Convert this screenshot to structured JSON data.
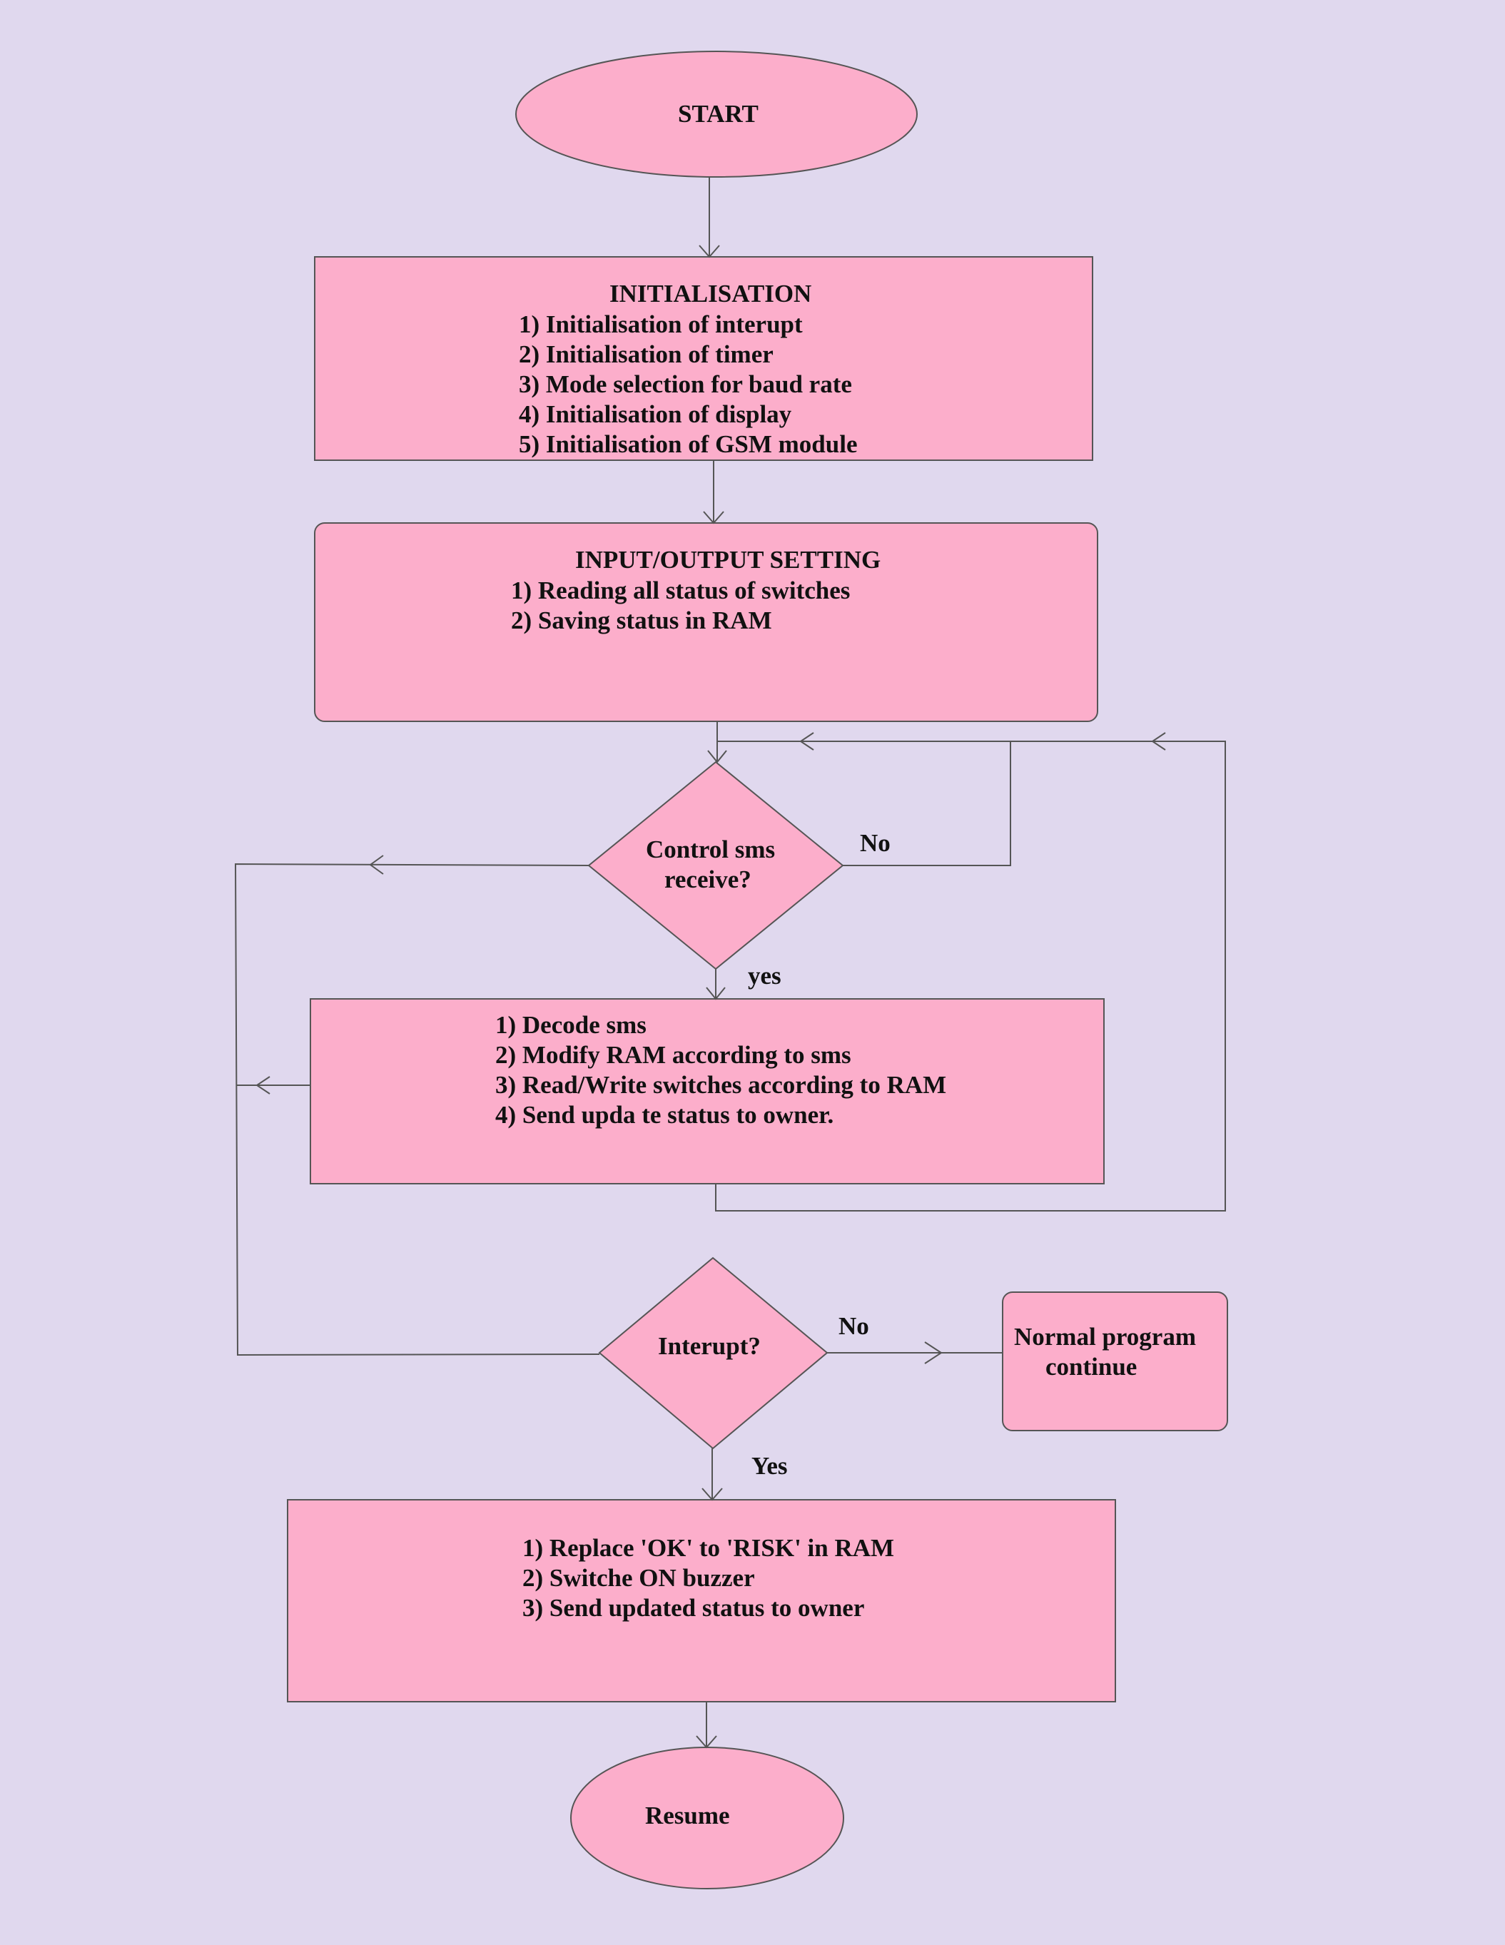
{
  "colors": {
    "background": "#e0d8ee",
    "shape_fill": "#fcaecb",
    "stroke": "#555555",
    "text": "#111111"
  },
  "nodes": {
    "start": {
      "label": "START"
    },
    "init": {
      "title": "INITIALISATION",
      "items": [
        "1) Initialisation of interupt",
        "2) Initialisation of timer",
        "3) Mode selection for baud rate",
        "4) Initialisation of display",
        "5) Initialisation of GSM module"
      ]
    },
    "io": {
      "title": "INPUT/OUTPUT SETTING",
      "items": [
        "1) Reading all status of switches",
        "2) Saving status in RAM"
      ]
    },
    "decision_sms": {
      "line1": "Control sms",
      "line2": "receive?"
    },
    "process_sms": {
      "items": [
        "1) Decode sms",
        "2) Modify RAM according to sms",
        "3) Read/Write switches according to RAM",
        "4) Send upda te status to owner."
      ]
    },
    "decision_interrupt": {
      "label": "Interupt?"
    },
    "normal": {
      "line1": "Normal program",
      "line2": "continue"
    },
    "risk": {
      "items": [
        "1) Replace 'OK' to 'RISK' in RAM",
        "2) Switche ON buzzer",
        "3) Send updated status to owner"
      ]
    },
    "resume": {
      "label": "Resume"
    }
  },
  "edge_labels": {
    "sms_no": "No",
    "sms_yes": "yes",
    "interrupt_no": "No",
    "interrupt_yes": "Yes"
  }
}
